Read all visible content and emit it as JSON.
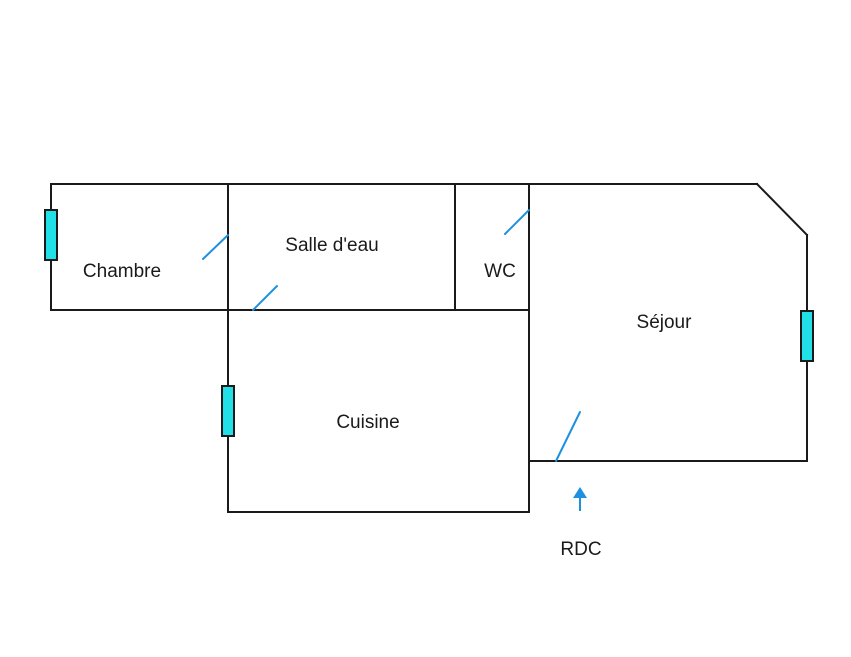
{
  "plan": {
    "rooms": [
      {
        "key": "chambre",
        "label": "Chambre"
      },
      {
        "key": "salle_deau",
        "label": "Salle d'eau"
      },
      {
        "key": "wc",
        "label": "WC"
      },
      {
        "key": "sejour",
        "label": "Séjour"
      },
      {
        "key": "cuisine",
        "label": "Cuisine"
      }
    ],
    "level_label": "RDC",
    "colors": {
      "wall": "#1a1a1a",
      "door": "#1e90e0",
      "window_fill": "#22e0e8",
      "entrance_arrow": "#1e90e0",
      "background": "#ffffff"
    }
  }
}
